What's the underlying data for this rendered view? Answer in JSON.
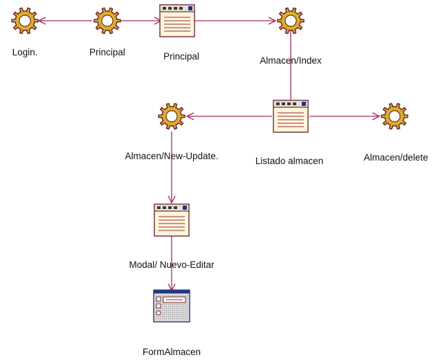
{
  "diagram": {
    "colors": {
      "edge": "#a0295a",
      "gear_fill": "#d7b02e",
      "gear_stroke": "#7a2a2a",
      "page_fill": "#fff6d8",
      "page_border": "#6b2b3f",
      "page_header": "#e7e2d2",
      "page_lines": "#9b2a4a",
      "form_fill": "#d9d9d9",
      "form_border": "#203a80"
    },
    "nodes": [
      {
        "id": "login",
        "icon": "gear-icon",
        "label": "Login."
      },
      {
        "id": "principal_ctrl",
        "icon": "gear-icon",
        "label": "Principal"
      },
      {
        "id": "principal_page",
        "icon": "page-icon",
        "label": "Principal"
      },
      {
        "id": "almacen_index",
        "icon": "gear-icon",
        "label": "Almacen/Index"
      },
      {
        "id": "listado_almacen",
        "icon": "page-icon",
        "label": "Listado almacen"
      },
      {
        "id": "almacen_new_update",
        "icon": "gear-icon",
        "label": "Almacen/New-Update."
      },
      {
        "id": "almacen_delete",
        "icon": "gear-icon",
        "label": "Almacen/delete"
      },
      {
        "id": "modal_nuevo_editar",
        "icon": "page-icon",
        "label": "Modal/ Nuevo-Editar"
      },
      {
        "id": "form_almacen",
        "icon": "form-icon",
        "label": "FormAlmacen"
      }
    ],
    "edges": [
      {
        "from": "principal_ctrl",
        "to": "login"
      },
      {
        "from": "principal_ctrl",
        "to": "principal_page"
      },
      {
        "from": "principal_page",
        "to": "almacen_index"
      },
      {
        "from": "almacen_index",
        "to": "listado_almacen"
      },
      {
        "from": "listado_almacen",
        "to": "almacen_new_update"
      },
      {
        "from": "listado_almacen",
        "to": "almacen_delete"
      },
      {
        "from": "almacen_new_update",
        "to": "modal_nuevo_editar"
      },
      {
        "from": "modal_nuevo_editar",
        "to": "form_almacen"
      }
    ]
  }
}
